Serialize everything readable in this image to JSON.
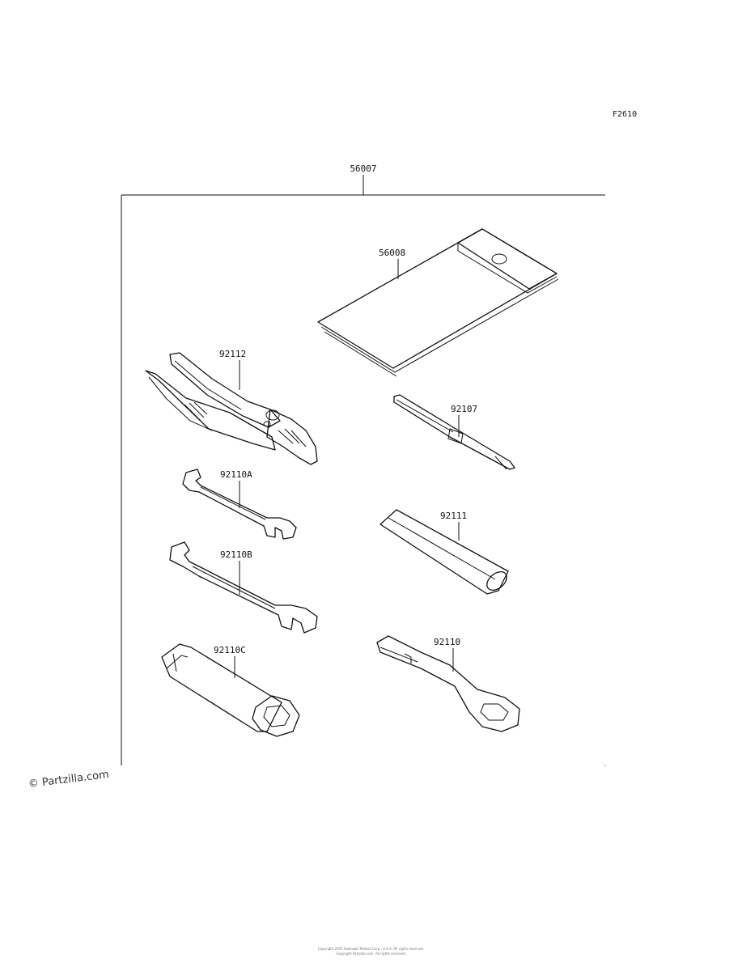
{
  "figure": {
    "code": "F2610"
  },
  "assembly": {
    "part_number": "56007"
  },
  "parts": [
    {
      "id": "bag",
      "number": "56008"
    },
    {
      "id": "pliers",
      "number": "92112"
    },
    {
      "id": "screwdriver",
      "number": "92107"
    },
    {
      "id": "wrench_a",
      "number": "92110A"
    },
    {
      "id": "handle_bar",
      "number": "92111"
    },
    {
      "id": "wrench_b",
      "number": "92110B"
    },
    {
      "id": "ring_wrench",
      "number": "92110"
    },
    {
      "id": "socket_wrench",
      "number": "92110C"
    }
  ],
  "watermark": "© Partzilla.com",
  "footer": {
    "line1": "Copyright 2007 Kawasaki Motors Corp., U.S.A. All rights reserved.",
    "line2": "Copyright Partzilla.com. All rights reserved."
  }
}
